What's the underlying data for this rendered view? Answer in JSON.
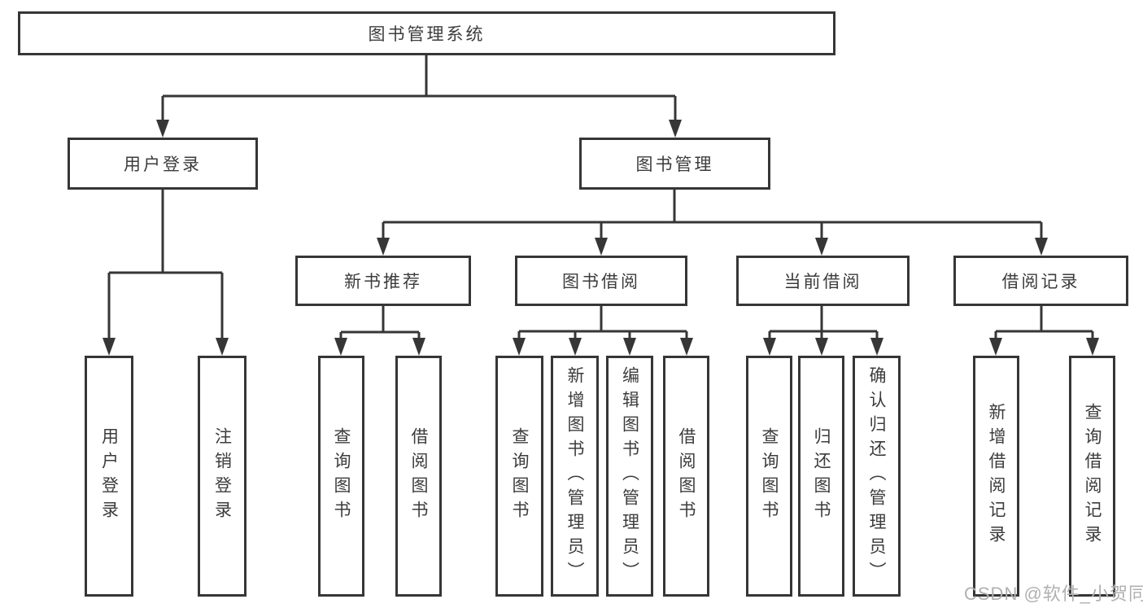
{
  "diagram": {
    "title": "图书管理系统",
    "colors": {
      "line": "#363636",
      "text": "#3c3c3c",
      "background": "#ffffff",
      "watermark": "#b0b0b0"
    },
    "nodes": {
      "root": "图书管理系统",
      "level2": [
        "用户登录",
        "图书管理"
      ],
      "level3": [
        "新书推荐",
        "图书借阅",
        "当前借阅",
        "借阅记录"
      ],
      "leaves_user_login": [
        "用户登录",
        "注销登录"
      ],
      "leaves_new_books": [
        "查询图书",
        "借阅图书"
      ],
      "leaves_book_borrowing": [
        "查询图书",
        "新增图书（管理员）",
        "编辑图书（管理员）",
        "借阅图书"
      ],
      "leaves_current_borrowing": [
        "查询图书",
        "归还图书",
        "确认归还（管理员）"
      ],
      "leaves_borrow_records": [
        "新增借阅记录",
        "查询借阅记录"
      ]
    },
    "watermark": "CSDN @软件_小贺同学"
  }
}
